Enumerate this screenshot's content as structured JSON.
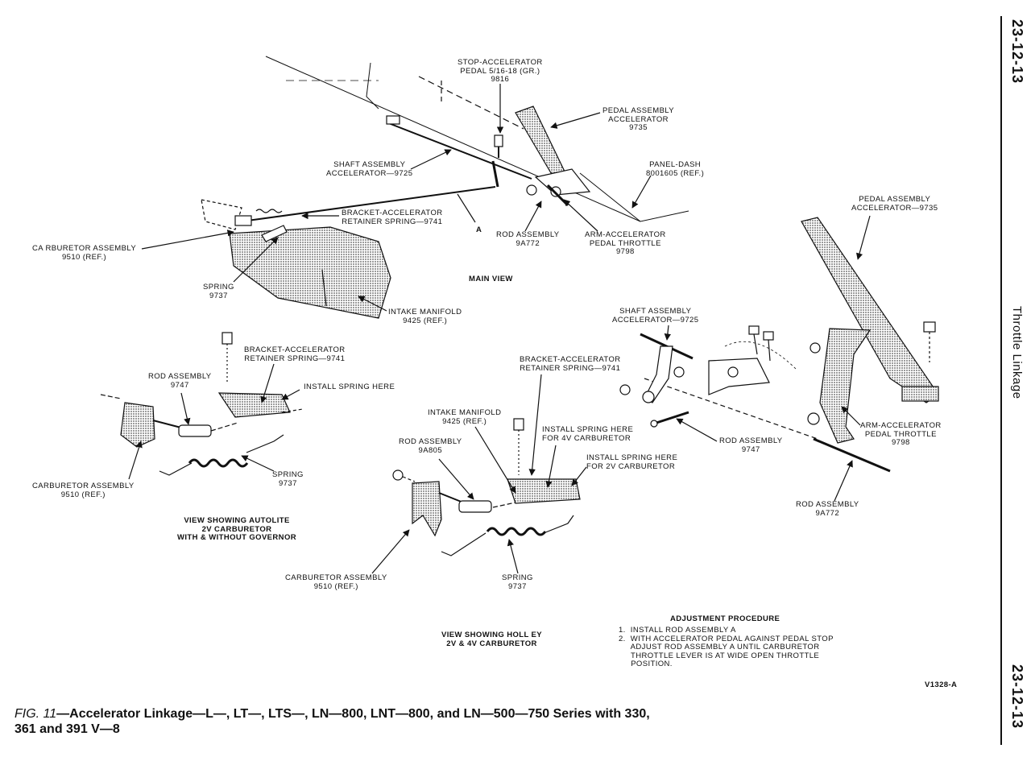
{
  "page": {
    "header_number": "23-12-13",
    "footer_number": "23-12-13",
    "section_title": "Throttle Linkage",
    "figure_id": "V1328-A"
  },
  "caption": {
    "prefix": "FIG. 11",
    "text_line1": "—Accelerator Linkage—L—, LT—, LTS—, LN—800, LNT—800, and LN—500—750 Series with 330,",
    "text_line2": "361 and 391 V—8"
  },
  "views": {
    "main": "MAIN VIEW",
    "autolite": "VIEW SHOWING AUTOLITE\n2V CARBURETOR\nWITH & WITHOUT GOVERNOR",
    "holley": "VIEW SHOWING HOLL EY\n2V & 4V CARBURETOR"
  },
  "labels": {
    "stop_pedal": "STOP-ACCELERATOR\nPEDAL 5/16-18 (GR.)\n9816",
    "pedal_assembly_main": "PEDAL ASSEMBLY\nACCELERATOR\n9735",
    "panel_dash": "PANEL-DASH\n8001605 (REF.)",
    "shaft_assembly_main": "SHAFT ASSEMBLY\nACCELERATOR—9725",
    "bracket_main": "BRACKET-ACCELERATOR\nRETAINER SPRING—9741",
    "point_a": "A",
    "rod_9a772_main": "ROD ASSEMBLY\n9A772",
    "arm_main": "ARM-ACCELERATOR\nPEDAL THROTTLE\n9798",
    "carb_main": "CA RBURETOR ASSEMBLY\n9510 (REF.)",
    "spring_main": "SPRING\n9737",
    "intake_main": "INTAKE MANIFOLD\n9425 (REF.)",
    "pedal_assembly_right": "PEDAL ASSEMBLY\nACCELERATOR—9735",
    "shaft_assembly_right": "SHAFT ASSEMBLY\nACCELERATOR—9725",
    "bracket_autolite": "BRACKET-ACCELERATOR\nRETAINER SPRING—9741",
    "rod_9747_autolite": "ROD ASSEMBLY\n9747",
    "install_spring_here": "INSTALL SPRING HERE",
    "carb_autolite": "CARBURETOR ASSEMBLY\n9510 (REF.)",
    "spring_autolite": "SPRING\n9737",
    "bracket_holley": "BRACKET-ACCELERATOR\nRETAINER SPRING—9741",
    "intake_holley": "INTAKE MANIFOLD\n9425 (REF.)",
    "rod_9a805": "ROD ASSEMBLY\n9A805",
    "install_4v": "INSTALL SPRING HERE\nFOR 4V CARBURETOR",
    "install_2v": "INSTALL SPRING HERE\nFOR 2V CARBURETOR",
    "carb_holley": "CARBURETOR ASSEMBLY\n9510 (REF.)",
    "spring_holley": "SPRING\n9737",
    "rod_9747_right": "ROD ASSEMBLY\n9747",
    "arm_right": "ARM-ACCELERATOR\nPEDAL THROTTLE\n9798",
    "rod_9a772_right": "ROD ASSEMBLY\n9A772"
  },
  "adjustment": {
    "title": "ADJUSTMENT PROCEDURE",
    "steps": [
      "1.  INSTALL ROD ASSEMBLY A",
      "2.  WITH ACCELERATOR PEDAL AGAINST PEDAL STOP",
      "     ADJUST ROD ASSEMBLY A UNTIL CARBURETOR",
      "     THROTTLE LEVER IS AT WIDE OPEN THROTTLE",
      "     POSITION."
    ]
  }
}
